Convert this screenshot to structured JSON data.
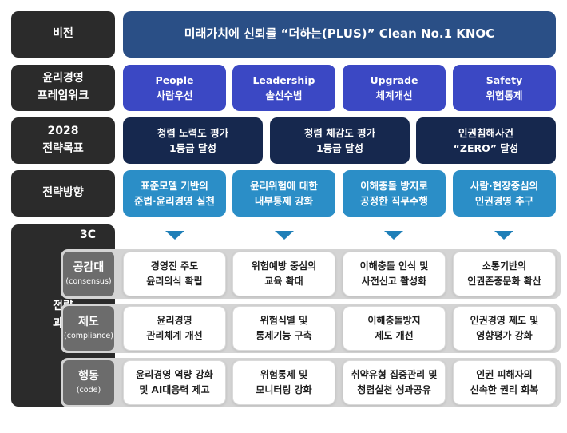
{
  "rows": {
    "vision": {
      "label": "비전",
      "text": "미래가치에 신뢰를 “더하는(PLUS)” Clean No.1 KNOC"
    },
    "framework": {
      "label": [
        "윤리경영",
        "프레임워크"
      ],
      "items": [
        {
          "title": "People",
          "subtitle": "사람우선"
        },
        {
          "title": "Leadership",
          "subtitle": "솔선수범"
        },
        {
          "title": "Upgrade",
          "subtitle": "체계개선"
        },
        {
          "title": "Safety",
          "subtitle": "위험통제"
        }
      ]
    },
    "goals": {
      "label": [
        "2028",
        "전략목표"
      ],
      "items": [
        [
          "청렴 노력도 평가",
          "1등급 달성"
        ],
        [
          "청렴 체감도 평가",
          "1등급 달성"
        ],
        [
          "인권침해사건",
          "“ZERO” 달성"
        ]
      ]
    },
    "directions": {
      "label": "전략방향",
      "items": [
        [
          "표준모델 기반의",
          "준법·윤리경영 실천"
        ],
        [
          "윤리위험에 대한",
          "내부통제 강화"
        ],
        [
          "이해충돌 방지로",
          "공정한 직무수행"
        ],
        [
          "사람·현장중심의",
          "인권경영 추구"
        ]
      ]
    }
  },
  "tasks": {
    "label": [
      "전략",
      "과제"
    ],
    "header": "3C",
    "categories": [
      {
        "name": "공감대",
        "english": "(consensus)",
        "cells": [
          [
            "경영진 주도",
            "윤리의식 확립"
          ],
          [
            "위험예방 중심의",
            "교육 확대"
          ],
          [
            "이해충돌 인식 및",
            "사전신고 활성화"
          ],
          [
            "소통기반의",
            "인권존중문화 확산"
          ]
        ]
      },
      {
        "name": "제도",
        "english": "(compliance)",
        "cells": [
          [
            "윤리경영",
            "관리체계 개선"
          ],
          [
            "위험식별 및",
            "통제기능 구축"
          ],
          [
            "이해충돌방지",
            "제도 개선"
          ],
          [
            "인권경영 제도 및",
            "영향평가 강화"
          ]
        ]
      },
      {
        "name": "행동",
        "english": "(code)",
        "cells": [
          [
            "윤리경영 역량 강화",
            "및 AI대응력 제고"
          ],
          [
            "위험통제 및",
            "모니터링 강화"
          ],
          [
            "취약유형 집중관리 및",
            "청렴실천 성과공유"
          ],
          [
            "인권 피해자의",
            "신속한 권리 회복"
          ]
        ]
      }
    ]
  },
  "colors": {
    "label_dark": "#2b2b2b",
    "vision_blue": "#2a4f86",
    "framework_blue": "#3b48c4",
    "goal_navy": "#16284e",
    "direction_blue": "#2b8ec7",
    "arrow_blue": "#1f7fb8",
    "task_group_gray": "#d4d4d4",
    "category_gray": "#6c6c6c"
  }
}
